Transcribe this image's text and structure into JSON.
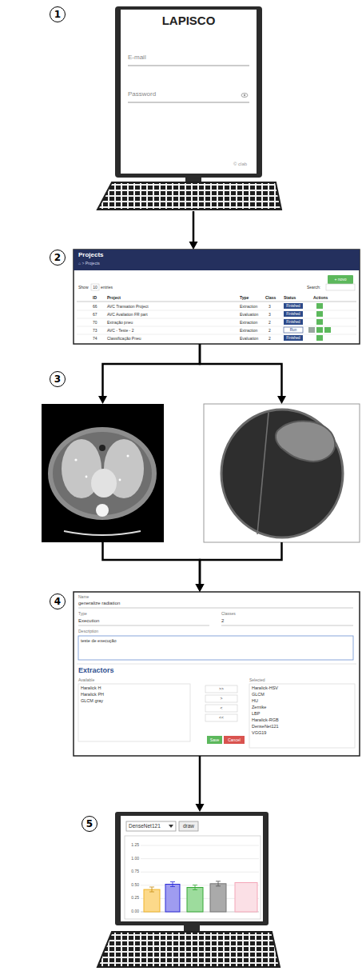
{
  "diagram": {
    "nodes": [
      {
        "text": [
          "LAPISCO",
          "E-mail",
          "Password",
          "© clab"
        ]
      },
      {
        "text": [
          "Projects",
          "⌂ > Projects",
          "+ novo",
          "Show",
          "10",
          "entries",
          "Search:",
          "ID",
          "Project",
          "Type",
          "Class",
          "Status",
          "Actions",
          "66",
          "AVC Transation Project",
          "Extraction",
          "3",
          "Finished",
          "67",
          "AVC Avaliation FR part",
          "Evaluation",
          "3",
          "Finished",
          "70",
          "Extração pneu",
          "Extraction",
          "2",
          "Finished",
          "73",
          "AVC - Teste - 2",
          "Extraction",
          "2",
          "Run",
          "74",
          "Classificação Pneu",
          "Evaluation",
          "2",
          "Finished"
        ]
      },
      {
        "text": []
      },
      {
        "text": []
      },
      {
        "text": [
          "Name",
          "generalize radiation",
          "Type",
          "Execution",
          "Classes",
          "2",
          "Description",
          "teste de execução",
          "Extractors",
          "Available",
          "Haralick H",
          "Haralick PH",
          "GLCM gray",
          ">>",
          ">",
          "<",
          "<<",
          "Selected",
          "Haralick-HSV",
          "GLCM",
          "HU",
          "Zernike",
          "LBP",
          "Haralick-RGB",
          "DenseNet121",
          "VGG19",
          "Save",
          "Cancel"
        ]
      },
      {
        "text": [
          "DenseNet121",
          "draw",
          "1.25",
          "1.00",
          "0.75",
          "0.50",
          "0.25",
          "0.00"
        ]
      }
    ],
    "edges": [
      {
        "from": 0,
        "to": 1,
        "arrow": "to"
      },
      {
        "from": 1,
        "to": 2,
        "arrow": "to"
      },
      {
        "from": 1,
        "to": 3,
        "arrow": "to"
      },
      {
        "from": 2,
        "to": 4,
        "arrow": "to"
      },
      {
        "from": 3,
        "to": 4,
        "arrow": "to"
      },
      {
        "from": 4,
        "to": 5,
        "arrow": "to"
      }
    ],
    "labels": [
      "1",
      "2",
      "3",
      "4",
      "5"
    ]
  }
}
